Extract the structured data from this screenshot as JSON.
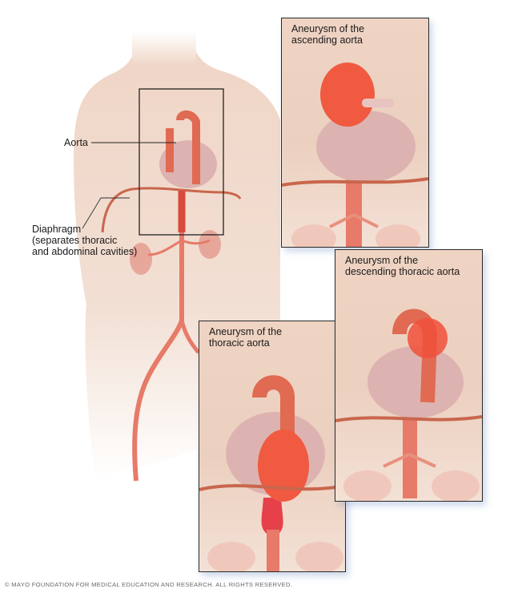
{
  "figure": {
    "main_labels": {
      "aorta": "Aorta",
      "diaphragm_line1": "Diaphragm",
      "diaphragm_line2": "(separates thoracic",
      "diaphragm_line3": "and abdominal cavities)"
    },
    "panels": [
      {
        "id": "ascending",
        "title_line1": "Aneurysm of the",
        "title_line2": "ascending aorta"
      },
      {
        "id": "descending",
        "title_line1": "Aneurysm of the",
        "title_line2": "descending thoracic aorta"
      },
      {
        "id": "thoracic",
        "title_line1": "Aneurysm of the",
        "title_line2": "thoracic aorta"
      }
    ],
    "footer": "© MAYO FOUNDATION FOR MEDICAL EDUCATION AND RESEARCH. ALL RIGHTS RESERVED.",
    "colors": {
      "skin": "#f2ddd0",
      "artery": "#e0574a",
      "aneurysm": "#f0503a",
      "heart": "#dcb0ad",
      "diaphragm": "#c9664c",
      "panel_border": "#2a2a2a"
    }
  }
}
